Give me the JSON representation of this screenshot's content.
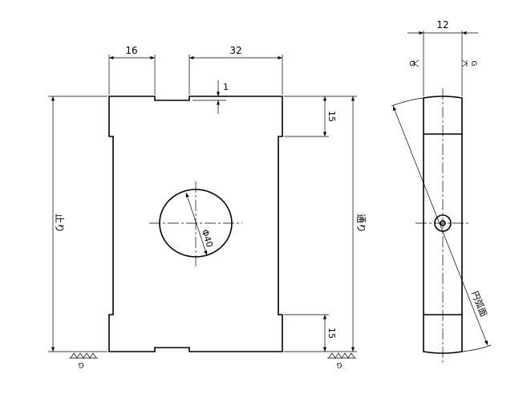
{
  "dimensions": {
    "notch_left_width": "16",
    "notch_gap": "32",
    "notch_depth": "1",
    "top_recess": "15",
    "bottom_recess": "15",
    "side_thickness": "12",
    "hole_diameter": "Φ40"
  },
  "labels": {
    "go_side": "止り",
    "pass_side": "通り",
    "arc_surface": "円弧面",
    "finish_mark": "G"
  }
}
